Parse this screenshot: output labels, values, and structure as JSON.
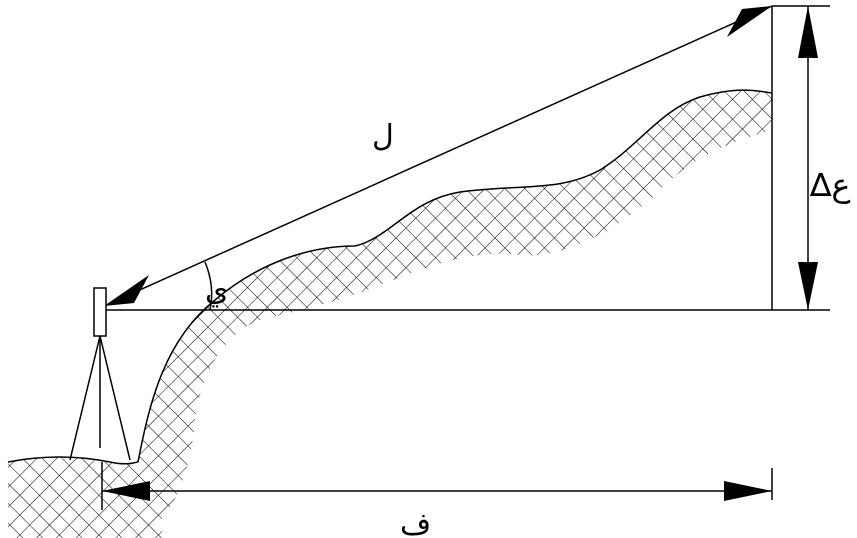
{
  "labels": {
    "slope_distance": "ل",
    "vertical_angle": "ي",
    "height_difference": "∆ع",
    "horizontal_distance": "ف"
  },
  "colors": {
    "ink": "#000000",
    "background": "#ffffff"
  }
}
